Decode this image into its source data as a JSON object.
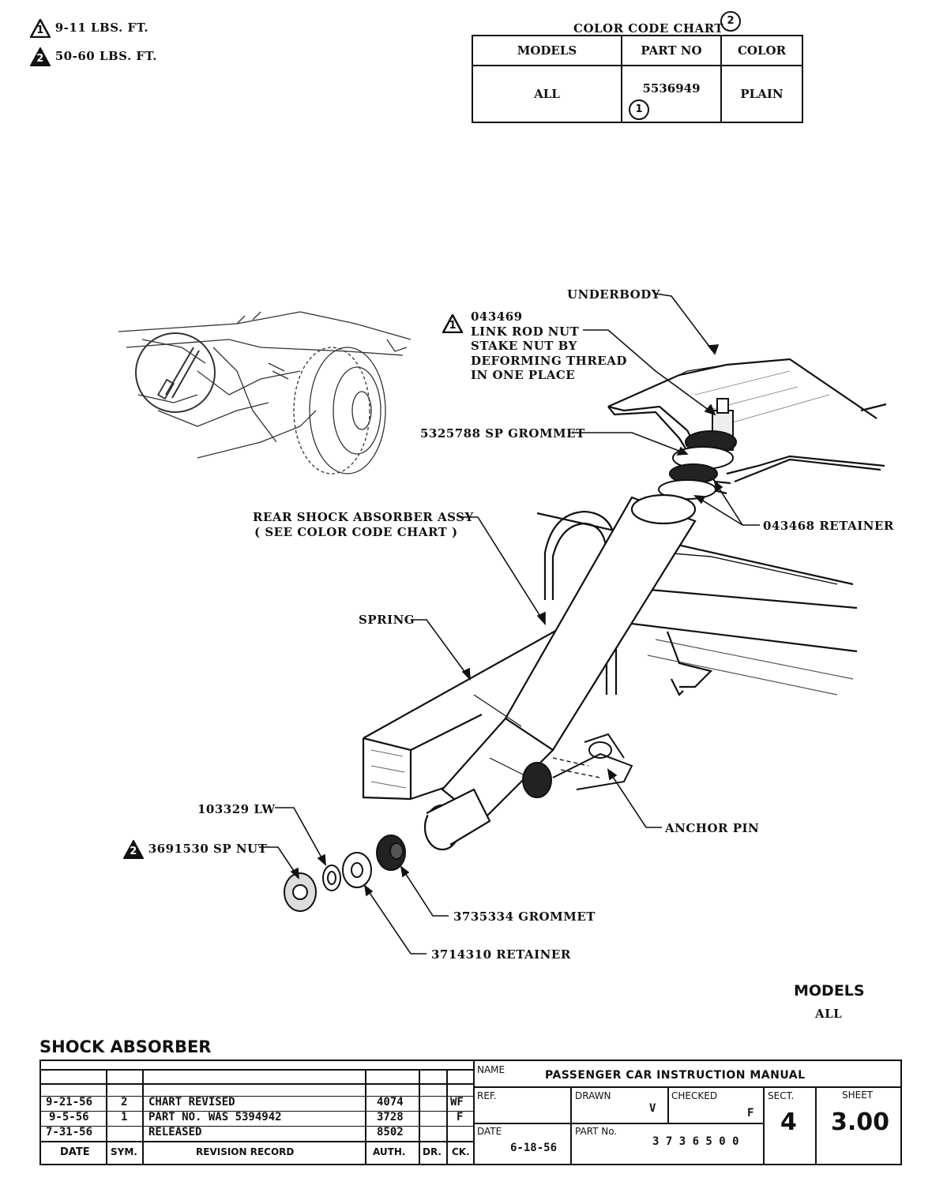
{
  "torque_notes": [
    {
      "symbol": "1",
      "text": "9-11 LBS. FT."
    },
    {
      "symbol": "2",
      "text": "50-60 LBS. FT."
    }
  ],
  "color_code_chart": {
    "title": "COLOR CODE CHART",
    "title_symbol": "2",
    "headers": [
      "MODELS",
      "PART NO",
      "COLOR"
    ],
    "row": {
      "models": "ALL",
      "part_no": "5536949",
      "part_symbol": "1",
      "color": "PLAIN"
    }
  },
  "callouts": {
    "underbody": "UNDERBODY",
    "link_rod_nut": {
      "symbol": "1",
      "lines": [
        "043469",
        "LINK ROD NUT",
        "STAKE NUT BY",
        "DEFORMING THREAD",
        "IN ONE PLACE"
      ]
    },
    "sp_grommet": "5325788 SP GROMMET",
    "retainer_top": "043468 RETAINER",
    "shock_assy": [
      "REAR SHOCK ABSORBER ASSY",
      "( SEE COLOR CODE CHART )"
    ],
    "spring": "SPRING",
    "anchor_pin": "ANCHOR PIN",
    "lock_washer": "103329 LW",
    "sp_nut": {
      "symbol": "2",
      "text": "3691530 SP NUT"
    },
    "grommet_bottom": "3735334 GROMMET",
    "retainer_bottom": "3714310 RETAINER"
  },
  "models_block": {
    "label": "MODELS",
    "value": "ALL"
  },
  "section_title": "SHOCK ABSORBER",
  "revision_record": {
    "rows": [
      {
        "date": "9-21-56",
        "sym": "2",
        "text": "CHART REVISED",
        "auth": "4074",
        "dr": "",
        "ck": "WF"
      },
      {
        "date": "9-5-56",
        "sym": "1",
        "text": "PART NO. WAS 5394942",
        "auth": "3728",
        "dr": "",
        "ck": "F"
      },
      {
        "date": "7-31-56",
        "sym": "",
        "text": "RELEASED",
        "auth": "8502",
        "dr": "",
        "ck": ""
      }
    ],
    "headers": {
      "date": "DATE",
      "sym": "SYM.",
      "record": "REVISION RECORD",
      "auth": "AUTH.",
      "dr": "DR.",
      "ck": "CK."
    }
  },
  "title_block": {
    "name_label": "NAME",
    "name_value": "PASSENGER CAR INSTRUCTION MANUAL",
    "ref_label": "REF.",
    "drawn_label": "DRAWN",
    "drawn_value": "V",
    "checked_label": "CHECKED",
    "checked_value": "F",
    "sect_label": "SECT.",
    "sect_value": "4",
    "sheet_label": "SHEET",
    "sheet_value": "3.00",
    "date_label": "DATE",
    "date_value": "6-18-56",
    "part_label": "PART No.",
    "part_value": "3 7 3 6 5 0 0"
  }
}
